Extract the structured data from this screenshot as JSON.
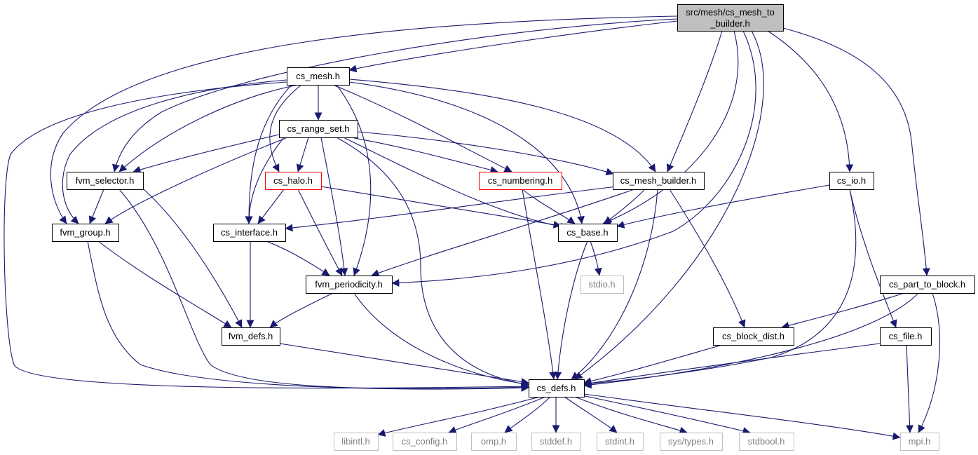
{
  "colors": {
    "edge": "#191970",
    "root_fill": "#bfbfbf",
    "node_border": "#000000",
    "highlight_border": "#ff0000",
    "external_border": "#bfbfbf",
    "external_text": "#808080",
    "text": "#000000"
  },
  "nodes": [
    {
      "id": "root",
      "label": "src/mesh/cs_mesh_to",
      "label2": "_builder.h",
      "style": "root",
      "interactable": true
    },
    {
      "id": "cs_mesh",
      "label": "cs_mesh.h",
      "style": "normal",
      "interactable": true
    },
    {
      "id": "cs_range_set",
      "label": "cs_range_set.h",
      "style": "normal",
      "interactable": true
    },
    {
      "id": "fvm_selector",
      "label": "fvm_selector.h",
      "style": "normal",
      "interactable": true
    },
    {
      "id": "cs_halo",
      "label": "cs_halo.h",
      "style": "highlight",
      "interactable": true
    },
    {
      "id": "cs_numbering",
      "label": "cs_numbering.h",
      "style": "highlight",
      "interactable": true
    },
    {
      "id": "cs_mesh_builder",
      "label": "cs_mesh_builder.h",
      "style": "normal",
      "interactable": true
    },
    {
      "id": "cs_io",
      "label": "cs_io.h",
      "style": "normal",
      "interactable": true
    },
    {
      "id": "fvm_group",
      "label": "fvm_group.h",
      "style": "normal",
      "interactable": true
    },
    {
      "id": "cs_interface",
      "label": "cs_interface.h",
      "style": "normal",
      "interactable": true
    },
    {
      "id": "cs_base",
      "label": "cs_base.h",
      "style": "normal",
      "interactable": true
    },
    {
      "id": "fvm_periodicity",
      "label": "fvm_periodicity.h",
      "style": "normal",
      "interactable": true
    },
    {
      "id": "stdio",
      "label": "stdio.h",
      "style": "external",
      "interactable": false
    },
    {
      "id": "cs_part_to_block",
      "label": "cs_part_to_block.h",
      "style": "normal",
      "interactable": true
    },
    {
      "id": "fvm_defs",
      "label": "fvm_defs.h",
      "style": "normal",
      "interactable": true
    },
    {
      "id": "cs_block_dist",
      "label": "cs_block_dist.h",
      "style": "normal",
      "interactable": true
    },
    {
      "id": "cs_file",
      "label": "cs_file.h",
      "style": "normal",
      "interactable": true
    },
    {
      "id": "cs_defs",
      "label": "cs_defs.h",
      "style": "normal",
      "interactable": true
    },
    {
      "id": "libintl",
      "label": "libintl.h",
      "style": "external",
      "interactable": false
    },
    {
      "id": "cs_config",
      "label": "cs_config.h",
      "style": "external",
      "interactable": false
    },
    {
      "id": "omp",
      "label": "omp.h",
      "style": "external",
      "interactable": false
    },
    {
      "id": "stddef",
      "label": "stddef.h",
      "style": "external",
      "interactable": false
    },
    {
      "id": "stdint",
      "label": "stdint.h",
      "style": "external",
      "interactable": false
    },
    {
      "id": "systypes",
      "label": "sys/types.h",
      "style": "external",
      "interactable": false
    },
    {
      "id": "stdbool",
      "label": "stdbool.h",
      "style": "external",
      "interactable": false
    },
    {
      "id": "mpi",
      "label": "mpi.h",
      "style": "external",
      "interactable": false
    }
  ],
  "edges": [
    [
      "root",
      "cs_mesh"
    ],
    [
      "root",
      "fvm_selector"
    ],
    [
      "root",
      "fvm_group"
    ],
    [
      "root",
      "cs_mesh_builder"
    ],
    [
      "root",
      "cs_base"
    ],
    [
      "root",
      "fvm_periodicity"
    ],
    [
      "root",
      "cs_defs"
    ],
    [
      "root",
      "cs_io"
    ],
    [
      "root",
      "cs_part_to_block"
    ],
    [
      "cs_mesh",
      "cs_range_set"
    ],
    [
      "cs_mesh",
      "fvm_selector"
    ],
    [
      "cs_mesh",
      "fvm_group"
    ],
    [
      "cs_mesh",
      "cs_halo"
    ],
    [
      "cs_mesh",
      "cs_numbering"
    ],
    [
      "cs_mesh",
      "cs_mesh_builder"
    ],
    [
      "cs_mesh",
      "cs_interface"
    ],
    [
      "cs_mesh",
      "cs_base"
    ],
    [
      "cs_mesh",
      "fvm_periodicity"
    ],
    [
      "cs_mesh",
      "cs_defs"
    ],
    [
      "cs_range_set",
      "fvm_selector"
    ],
    [
      "cs_range_set",
      "fvm_group"
    ],
    [
      "cs_range_set",
      "cs_halo"
    ],
    [
      "cs_range_set",
      "cs_numbering"
    ],
    [
      "cs_range_set",
      "cs_mesh_builder"
    ],
    [
      "cs_range_set",
      "cs_interface"
    ],
    [
      "cs_range_set",
      "cs_base"
    ],
    [
      "cs_range_set",
      "fvm_periodicity"
    ],
    [
      "cs_range_set",
      "cs_defs"
    ],
    [
      "fvm_selector",
      "fvm_group"
    ],
    [
      "fvm_selector",
      "fvm_defs"
    ],
    [
      "fvm_selector",
      "cs_defs"
    ],
    [
      "cs_halo",
      "cs_interface"
    ],
    [
      "cs_halo",
      "cs_base"
    ],
    [
      "cs_halo",
      "fvm_periodicity"
    ],
    [
      "cs_numbering",
      "cs_base"
    ],
    [
      "cs_numbering",
      "cs_defs"
    ],
    [
      "cs_mesh_builder",
      "cs_interface"
    ],
    [
      "cs_mesh_builder",
      "cs_base"
    ],
    [
      "cs_mesh_builder",
      "fvm_periodicity"
    ],
    [
      "cs_mesh_builder",
      "cs_block_dist"
    ],
    [
      "cs_mesh_builder",
      "cs_defs"
    ],
    [
      "cs_io",
      "cs_base"
    ],
    [
      "cs_io",
      "cs_file"
    ],
    [
      "cs_io",
      "cs_defs"
    ],
    [
      "fvm_group",
      "fvm_defs"
    ],
    [
      "fvm_group",
      "cs_defs"
    ],
    [
      "cs_interface",
      "fvm_periodicity"
    ],
    [
      "cs_interface",
      "fvm_defs"
    ],
    [
      "cs_base",
      "stdio"
    ],
    [
      "cs_base",
      "cs_defs"
    ],
    [
      "fvm_periodicity",
      "fvm_defs"
    ],
    [
      "fvm_periodicity",
      "cs_defs"
    ],
    [
      "cs_part_to_block",
      "cs_block_dist"
    ],
    [
      "cs_part_to_block",
      "cs_defs"
    ],
    [
      "cs_part_to_block",
      "mpi"
    ],
    [
      "fvm_defs",
      "cs_defs"
    ],
    [
      "cs_block_dist",
      "cs_defs"
    ],
    [
      "cs_file",
      "cs_defs"
    ],
    [
      "cs_file",
      "mpi"
    ],
    [
      "cs_defs",
      "libintl"
    ],
    [
      "cs_defs",
      "cs_config"
    ],
    [
      "cs_defs",
      "omp"
    ],
    [
      "cs_defs",
      "stddef"
    ],
    [
      "cs_defs",
      "stdint"
    ],
    [
      "cs_defs",
      "systypes"
    ],
    [
      "cs_defs",
      "stdbool"
    ],
    [
      "cs_defs",
      "mpi"
    ]
  ]
}
